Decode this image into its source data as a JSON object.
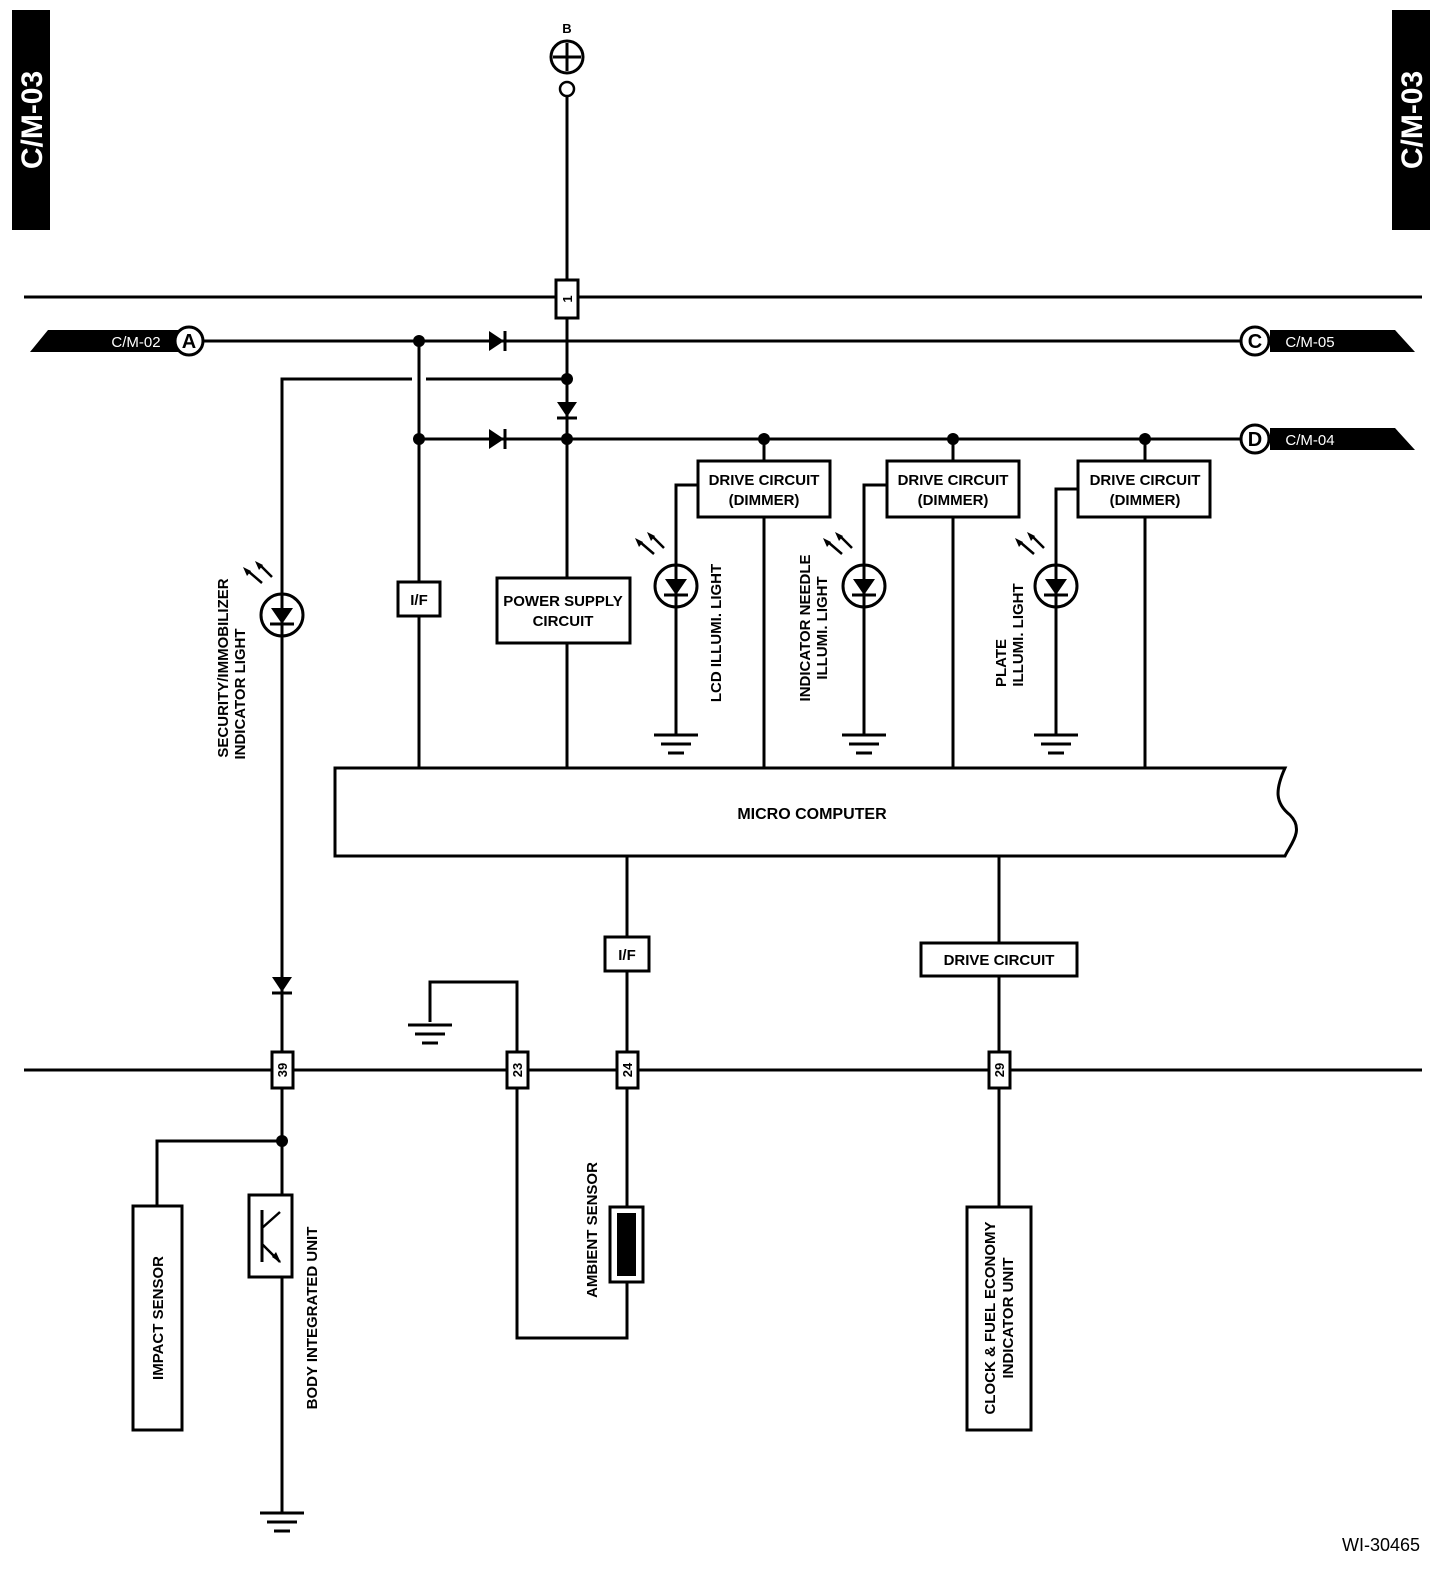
{
  "sheet_tags": {
    "left": "C/M-03",
    "right": "C/M-03"
  },
  "battery": {
    "label": "B"
  },
  "connectors": {
    "a": {
      "letter": "A",
      "ref": "C/M-02"
    },
    "c": {
      "letter": "C",
      "ref": "C/M-05"
    },
    "d": {
      "letter": "D",
      "ref": "C/M-04"
    }
  },
  "pins": {
    "top": "1",
    "p39": "39",
    "p23": "23",
    "p24": "24",
    "p29": "29"
  },
  "blocks": {
    "drive_dimmer_1": [
      "DRIVE CIRCUIT",
      "(DIMMER)"
    ],
    "drive_dimmer_2": [
      "DRIVE CIRCUIT",
      "(DIMMER)"
    ],
    "drive_dimmer_3": [
      "DRIVE CIRCUIT",
      "(DIMMER)"
    ],
    "power_supply": [
      "POWER SUPPLY",
      "CIRCUIT"
    ],
    "if_top": "I/F",
    "if_bottom": "I/F",
    "micro_computer": "MICRO COMPUTER",
    "drive_circuit": "DRIVE CIRCUIT"
  },
  "labels": {
    "security": [
      "SECURITY/IMMOBILIZER",
      "INDICATOR LIGHT"
    ],
    "lcd": "LCD ILLUMI. LIGHT",
    "needle": [
      "INDICATOR NEEDLE",
      "ILLUMI. LIGHT"
    ],
    "plate": [
      "PLATE",
      "ILLUMI. LIGHT"
    ],
    "impact": "IMPACT SENSOR",
    "body": "BODY INTEGRATED UNIT",
    "ambient": "AMBIENT SENSOR",
    "clock": [
      "CLOCK & FUEL ECONOMY",
      "INDICATOR UNIT"
    ]
  },
  "diagram_id": "WI-30465"
}
